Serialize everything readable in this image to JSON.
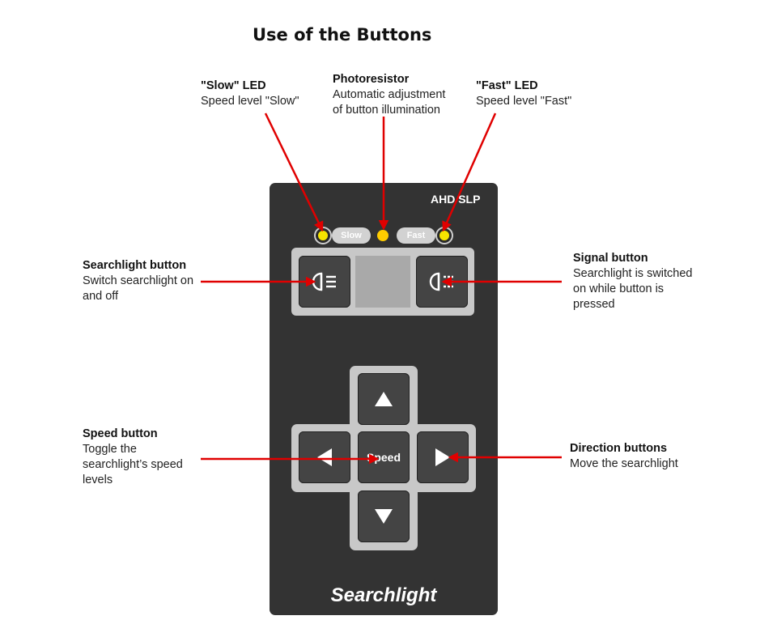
{
  "title": "Use of the Buttons",
  "callouts": {
    "slow_led": {
      "head": "\"Slow\" LED",
      "desc": "Speed level \"Slow\""
    },
    "photoresistor": {
      "head": "Photoresistor",
      "desc1": "Automatic adjustment",
      "desc2": "of button illumination"
    },
    "fast_led": {
      "head": "\"Fast\" LED",
      "desc": "Speed level \"Fast\""
    },
    "searchlight_button": {
      "head": "Searchlight button",
      "desc1": "Switch searchlight on",
      "desc2": "and off"
    },
    "signal_button": {
      "head": "Signal button",
      "desc1": "Searchlight is switched",
      "desc2": "on while button is",
      "desc3": "pressed"
    },
    "speed_button": {
      "head": "Speed button",
      "desc1": "Toggle the",
      "desc2": "searchlight’s speed",
      "desc3": "levels"
    },
    "direction_buttons": {
      "head": "Direction buttons",
      "desc": "Move the searchlight"
    }
  },
  "remote": {
    "model": "AHD SLP",
    "slow_label": "Slow",
    "fast_label": "Fast",
    "speed_label": "Speed",
    "brand": "Searchlight"
  },
  "colors": {
    "remote_body": "#333333",
    "panel": "#c8c8c8",
    "button": "#444444",
    "led": "#f6e400",
    "arrow": "#e00000"
  }
}
